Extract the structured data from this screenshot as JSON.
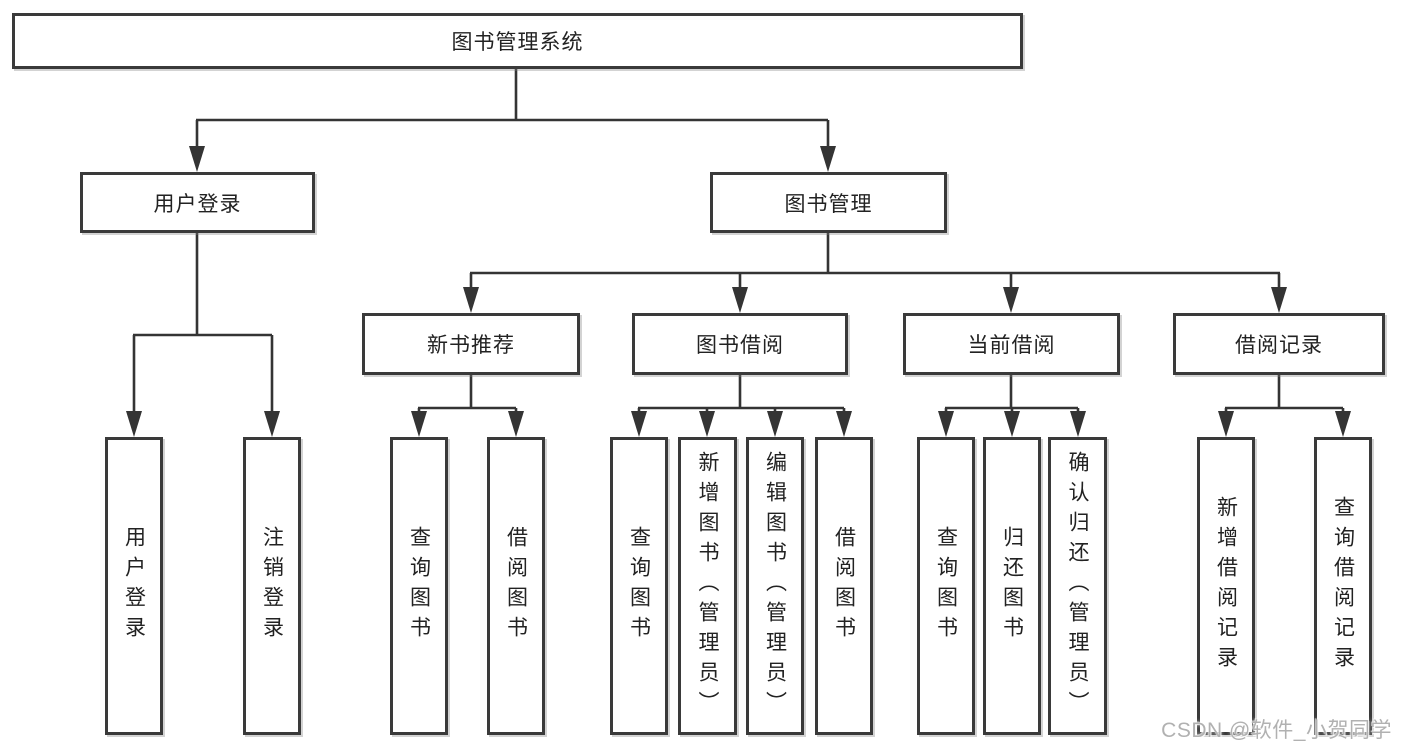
{
  "diagram_type": "hierarchy-tree",
  "tree": {
    "root": {
      "label": "图书管理系统"
    },
    "level2": [
      {
        "label": "用户登录"
      },
      {
        "label": "图书管理"
      }
    ],
    "level3": [
      {
        "label": "新书推荐",
        "parent": "图书管理"
      },
      {
        "label": "图书借阅",
        "parent": "图书管理"
      },
      {
        "label": "当前借阅",
        "parent": "图书管理"
      },
      {
        "label": "借阅记录",
        "parent": "图书管理"
      }
    ],
    "leaves": [
      {
        "label": "用户登录",
        "parent": "用户登录"
      },
      {
        "label": "注销登录",
        "parent": "用户登录"
      },
      {
        "label": "查询图书",
        "parent": "新书推荐"
      },
      {
        "label": "借阅图书",
        "parent": "新书推荐"
      },
      {
        "label": "查询图书",
        "parent": "图书借阅"
      },
      {
        "label": "新增图书（管理员）",
        "parent": "图书借阅"
      },
      {
        "label": "编辑图书（管理员）",
        "parent": "图书借阅"
      },
      {
        "label": "借阅图书",
        "parent": "图书借阅"
      },
      {
        "label": "查询图书",
        "parent": "当前借阅"
      },
      {
        "label": "归还图书",
        "parent": "当前借阅"
      },
      {
        "label": "确认归还（管理员）",
        "parent": "当前借阅"
      },
      {
        "label": "新增借阅记录",
        "parent": "借阅记录"
      },
      {
        "label": "查询借阅记录",
        "parent": "借阅记录"
      }
    ]
  },
  "watermark": "CSDN @软件_小贺同学",
  "colors": {
    "background": "#ffffff",
    "line": "#343434",
    "box_border": "#3a3a3a",
    "text": "#222222",
    "watermark": "#b1b1b1"
  }
}
